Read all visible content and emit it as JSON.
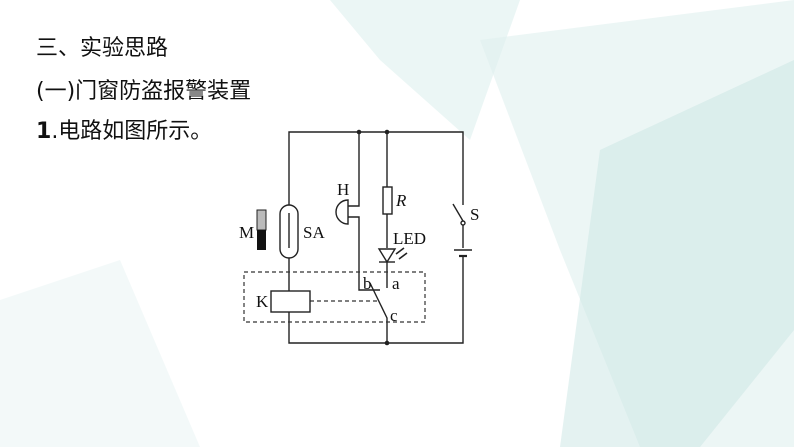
{
  "heading": "三、实验思路",
  "subheading": "(一)门窗防盗报警装置",
  "item": {
    "number": "1",
    "text": ".电路如图所示。"
  },
  "diagram": {
    "labels": {
      "M": "M",
      "SA": "SA",
      "H": "H",
      "R": "R",
      "LED": "LED",
      "S": "S",
      "K": "K",
      "a": "a",
      "b": "b",
      "c": "c"
    }
  }
}
